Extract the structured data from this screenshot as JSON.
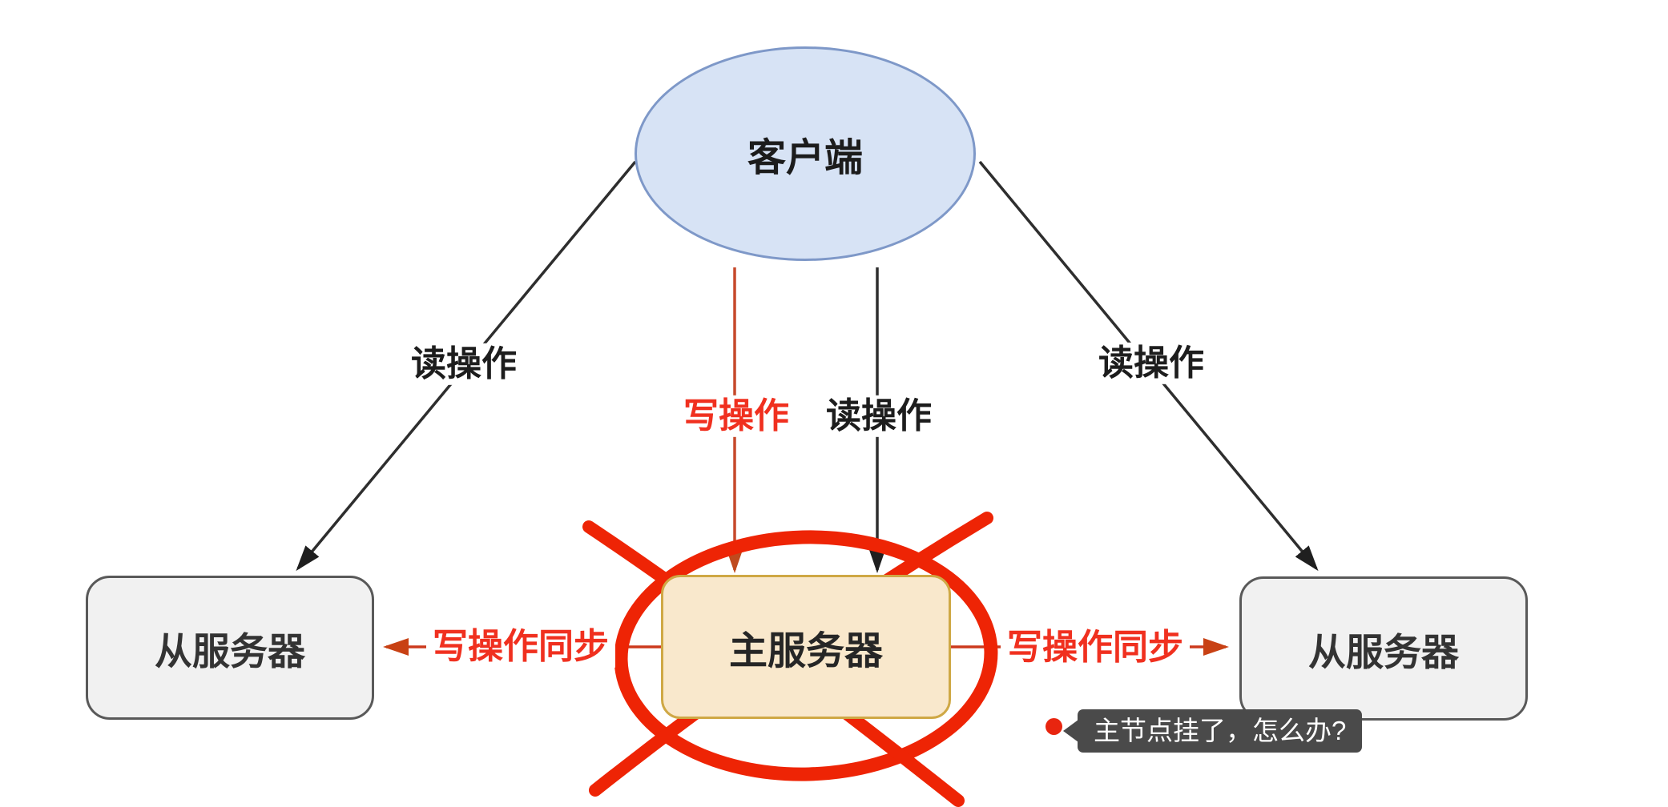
{
  "diagram": {
    "title_context": "master-slave replication failure diagram",
    "nodes": {
      "client": {
        "label": "客户端"
      },
      "master": {
        "label": "主服务器"
      },
      "slave_left": {
        "label": "从服务器"
      },
      "slave_right": {
        "label": "从服务器"
      }
    },
    "edges": {
      "read_left": {
        "label": "读操作"
      },
      "read_middle": {
        "label": "读操作"
      },
      "read_right": {
        "label": "读操作"
      },
      "write_middle": {
        "label": "写操作"
      },
      "sync_left": {
        "label": "写操作同步"
      },
      "sync_right": {
        "label": "写操作同步"
      }
    },
    "annotation": {
      "tooltip_text": "主节点挂了，怎么办?"
    },
    "colors": {
      "client_fill": "#d7e3f5",
      "client_border": "#7e98c8",
      "slave_fill": "#f1f1f1",
      "slave_border": "#595959",
      "master_fill": "#f9e8cc",
      "master_border": "#cfa845",
      "black_edge": "#2e2e2e",
      "write_edge_line": "#c6492b",
      "sync_edge_line": "#cc3a1d",
      "red_label_text": "#f0301f",
      "failure_cross_red": "#ee2405",
      "tooltip_bg": "#4a4a4a",
      "tooltip_text": "#ffffff",
      "dot_red": "#e8250f"
    }
  }
}
